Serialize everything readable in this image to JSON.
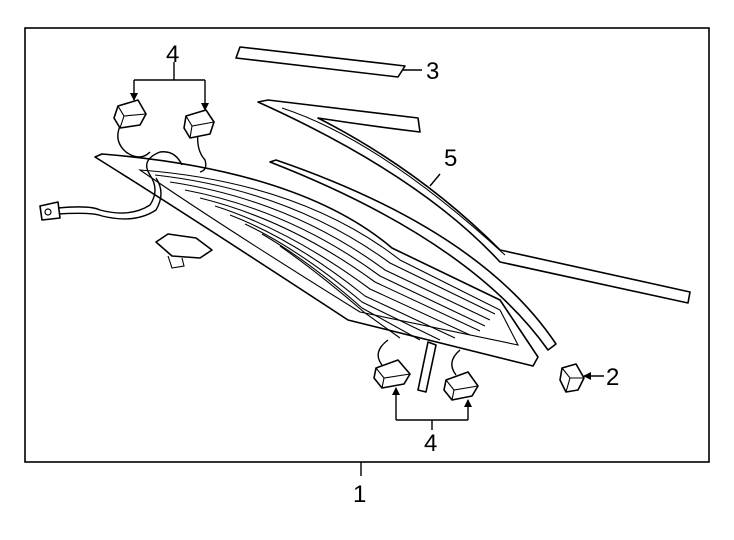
{
  "callouts": {
    "assembly": "1",
    "cap": "2",
    "top_strip": "3",
    "connectors_top": "4",
    "connectors_bottom": "4",
    "molding": "5"
  }
}
